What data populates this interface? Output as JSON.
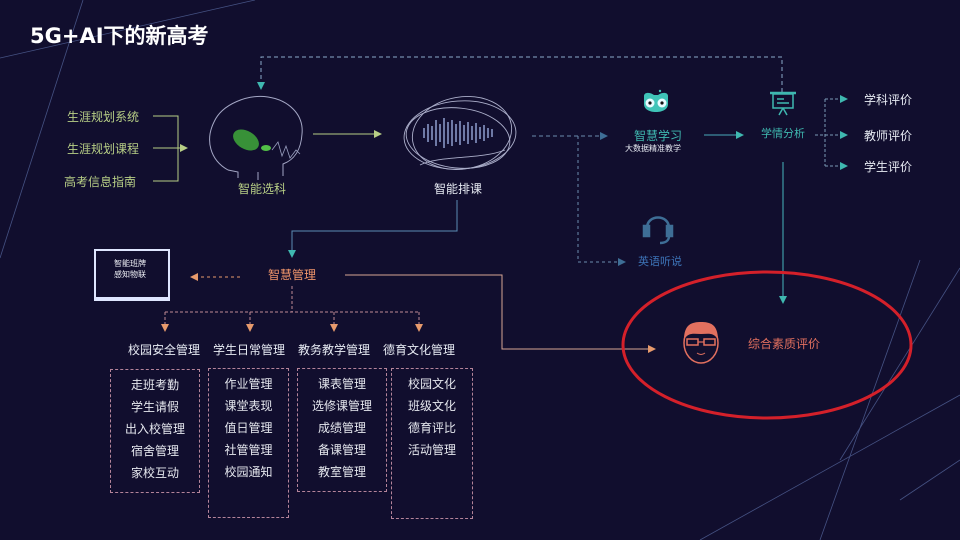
{
  "title": "5G+AI下的新高考",
  "colors": {
    "background": "#110e2e",
    "green_label": "#b8cf86",
    "teal_accent": "#3fb8b0",
    "blue_accent": "#3d74b8",
    "orange_accent": "#f0956a",
    "highlight_ellipse": "#d4202a",
    "evaluation_text": "#e2705f"
  },
  "inputs": {
    "items": [
      "生涯规划系统",
      "生涯规划课程",
      "高考信息指南"
    ]
  },
  "nodes": {
    "smart_subject_selection": {
      "label": "智能选科",
      "icon": "brain-icon"
    },
    "smart_scheduling": {
      "label": "智能排课",
      "icon": "brain-waveform-icon"
    },
    "smart_learning": {
      "label": "智慧学习",
      "sublabel": "大数据精准教学",
      "icon": "owl-icon"
    },
    "english_listening": {
      "label": "英语听说",
      "icon": "headset-icon"
    },
    "learning_analysis": {
      "label": "学情分析",
      "icon": "presentation-board-icon"
    },
    "smart_management": {
      "label": "智慧管理"
    },
    "smart_class_board": {
      "line1": "智能班牌",
      "line2": "感知物联",
      "icon": "monitor-icon"
    },
    "comprehensive_evaluation": {
      "label": "综合素质评价",
      "icon": "student-face-icon"
    }
  },
  "evaluations": [
    "学科评价",
    "教师评价",
    "学生评价"
  ],
  "management": {
    "categories": [
      {
        "title": "校园安全管理",
        "items": [
          "走班考勤",
          "学生请假",
          "出入校管理",
          "宿舍管理",
          "家校互动"
        ]
      },
      {
        "title": "学生日常管理",
        "items": [
          "作业管理",
          "课堂表现",
          "值日管理",
          "社管管理",
          "校园通知"
        ]
      },
      {
        "title": "教务教学管理",
        "items": [
          "课表管理",
          "选修课管理",
          "成绩管理",
          "备课管理",
          "教室管理"
        ]
      },
      {
        "title": "德育文化管理",
        "items": [
          "校园文化",
          "班级文化",
          "德育评比",
          "活动管理"
        ]
      }
    ]
  }
}
